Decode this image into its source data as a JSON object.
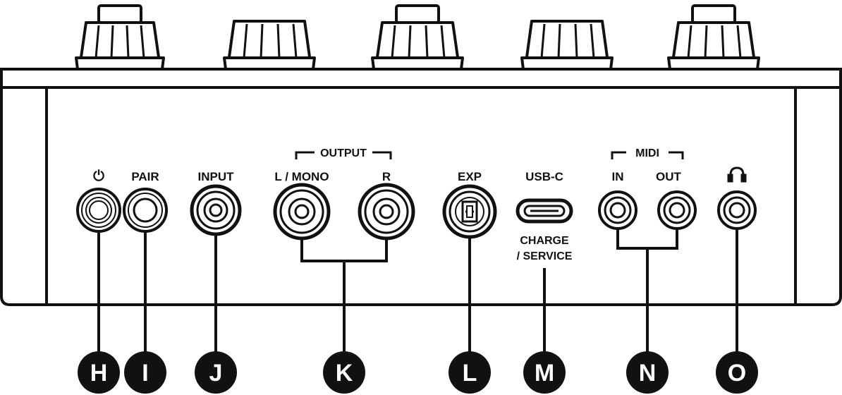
{
  "colors": {
    "ink": "#111111",
    "panel": "#ffffff",
    "callout_bg": "#111111",
    "callout_fg": "#ffffff"
  },
  "groups": {
    "output": "OUTPUT",
    "midi": "MIDI"
  },
  "ports": {
    "power": {
      "label": "⏻",
      "icon": "power-icon"
    },
    "pair": {
      "label": "PAIR"
    },
    "input": {
      "label": "INPUT"
    },
    "output_l": {
      "label": "L / MONO"
    },
    "output_r": {
      "label": "R"
    },
    "exp": {
      "label": "EXP"
    },
    "usbc": {
      "label": "USB-C",
      "sublabel_1": "CHARGE",
      "sublabel_2": "/ SERVICE"
    },
    "midi_in": {
      "label": "IN"
    },
    "midi_out": {
      "label": "OUT"
    },
    "headphones": {
      "icon": "headphones-icon"
    }
  },
  "callouts": [
    "H",
    "I",
    "J",
    "K",
    "L",
    "M",
    "N",
    "O"
  ]
}
